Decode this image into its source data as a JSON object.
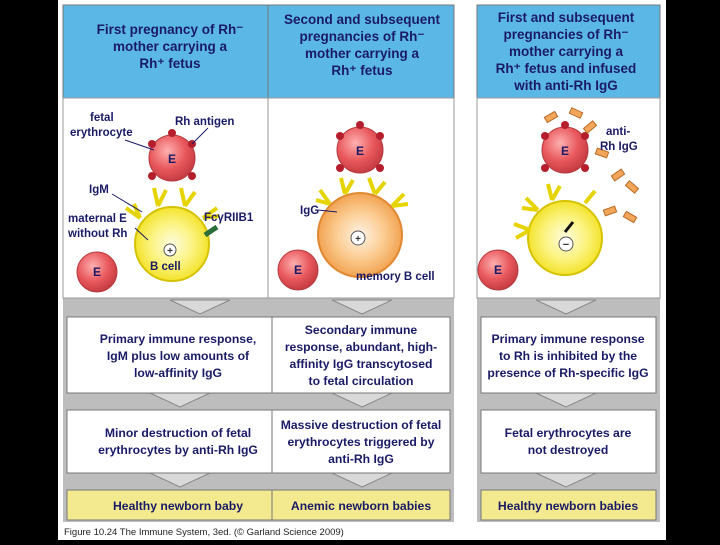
{
  "palette": {
    "header_bg": "#5bb8e6",
    "panel_bg": "#bdbdbd",
    "box_bg": "#ffffff",
    "outcome_bg": "#f3e98e",
    "text": "#1a1a66",
    "erythrocyte": "#e8585c",
    "b_cell": "#f6ea22",
    "memory_b_cell": "#f4a24c",
    "antigen": "#b51f2d"
  },
  "columns": [
    {
      "header": [
        "First pregnancy of Rh⁻",
        "mother carrying a",
        "Rh⁺ fetus"
      ],
      "labels": {
        "fetal": "fetal",
        "erythrocyte": "erythrocyte",
        "rh_antigen": "Rh antigen",
        "igm": "IgM",
        "fc": "FcγRIIB1",
        "maternal": "maternal E",
        "without": "without Rh",
        "b_cell": "B cell"
      },
      "response": [
        "Primary immune response,",
        "IgM plus low amounts of",
        "low-affinity IgG"
      ],
      "destruction": [
        "Minor destruction of fetal",
        "erythrocytes by anti-Rh IgG"
      ],
      "outcome": "Healthy newborn baby"
    },
    {
      "header": [
        "Second and subsequent",
        "pregnancies of Rh⁻",
        "mother carrying a",
        "Rh⁺ fetus"
      ],
      "labels": {
        "igg": "IgG",
        "memory": "memory B cell"
      },
      "response": [
        "Secondary immune",
        "response, abundant, high-",
        "affinity IgG transcytosed",
        "to fetal circulation"
      ],
      "destruction": [
        "Massive destruction of fetal",
        "erythrocytes triggered by",
        "anti-Rh IgG"
      ],
      "outcome": "Anemic newborn babies"
    },
    {
      "header": [
        "First and subsequent",
        "pregnancies of Rh⁻",
        "mother carrying a",
        "Rh⁺ fetus and infused",
        "with anti-Rh IgG"
      ],
      "labels": {
        "anti": "anti-",
        "rh_igg": "Rh IgG"
      },
      "response": [
        "Primary immune response",
        "to Rh is inhibited by the",
        "presence of Rh-specific IgG"
      ],
      "destruction": [
        "Fetal erythrocytes are",
        "not destroyed"
      ],
      "outcome": "Healthy newborn babies"
    }
  ],
  "symbols": {
    "E": "E",
    "plus": "+",
    "minus": "−"
  },
  "caption": "Figure 10.24 The Immune System, 3ed. (© Garland Science 2009)"
}
